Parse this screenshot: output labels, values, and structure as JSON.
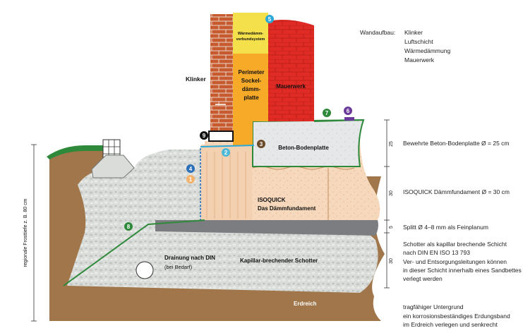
{
  "labels": {
    "klinker": "Klinker",
    "waermedaemm": [
      "Wärmedämm-",
      "verbundsystem"
    ],
    "perimeter": [
      "Perimeter",
      "Sockel-",
      "dämm-",
      "platte"
    ],
    "mauerwerk": "Mauerwerk",
    "beton": "Beton-Bodenplatte",
    "isoquick": [
      "ISOQUICK",
      "Das Dämmfundament"
    ],
    "drainung": [
      "Drainung nach DIN",
      "(bei Bedarf)"
    ],
    "schotter": "Kapillar-brechender Schotter",
    "erdreich": "Erdreich",
    "frosttiefe": "regionale Frosttiefe z. B. 80 cm"
  },
  "wandaufbau": {
    "title": "Wandaufbau:",
    "items": [
      "Klinker",
      "Luftschicht",
      "Wärmedämmung",
      "Mauerwerk"
    ]
  },
  "dimensions": [
    "25",
    "30",
    "5",
    "30"
  ],
  "notes": [
    "Bewehrte Beton-Bodenplatte Ø = 25 cm",
    "ISOQUICK Dämmfundament Ø = 30 cm",
    "Splitt Ø 4–8 mm als Feinplanum",
    "Schotter als kapillar brechende Schicht",
    "nach DIN EN ISO 13 793",
    "Ver- und Entsorgungsleitungen können",
    "in dieser Schicht innerhalb eines Sandbettes",
    "verlegt werden",
    "tragfähiger Untergrund",
    "ein korrosionsbeständiges Erdungsband",
    "im Erdreich verlegen und senkrecht"
  ],
  "badges": [
    {
      "num": "1",
      "color": "#f2b26b"
    },
    {
      "num": "2",
      "color": "#4bb8d8"
    },
    {
      "num": "3",
      "color": "#6b4a2a"
    },
    {
      "num": "4",
      "color": "#2a6fb8"
    },
    {
      "num": "5",
      "color": "#2aa8d8"
    },
    {
      "num": "6",
      "color": "#6a3a9a"
    },
    {
      "num": "7",
      "color": "#2e8a3a"
    },
    {
      "num": "8",
      "color": "#2e8a3a"
    },
    {
      "num": "9",
      "color": "#111111"
    }
  ]
}
